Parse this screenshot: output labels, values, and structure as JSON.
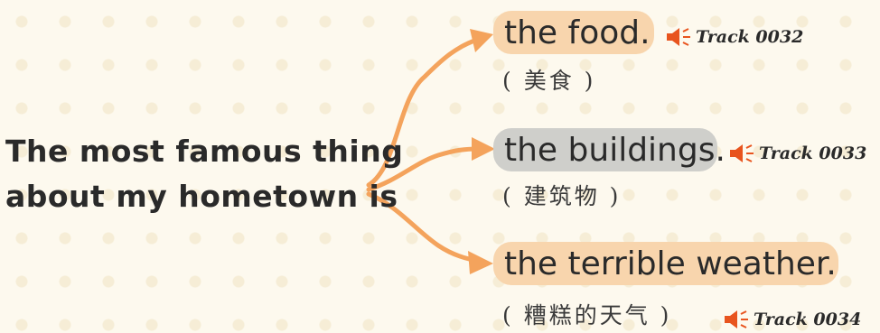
{
  "stem": {
    "line1": "The most famous thing",
    "line2": "about my hometown is"
  },
  "options": [
    {
      "phrase": "the food.",
      "translation": "( 美食 )",
      "track": "Track 0032"
    },
    {
      "phrase": "the buildings.",
      "translation": "( 建筑物 )",
      "track": "Track 0033"
    },
    {
      "phrase": "the terrible weather.",
      "translation": "( 糟糕的天气 )",
      "track": "Track 0034"
    }
  ],
  "colors": {
    "branch": "#f4a35c",
    "pill_peach": "#f8d5ad",
    "pill_grey": "#cfcfcb",
    "speaker": "#e8541e"
  },
  "icons": [
    "speaker-icon",
    "arrow-icon"
  ]
}
